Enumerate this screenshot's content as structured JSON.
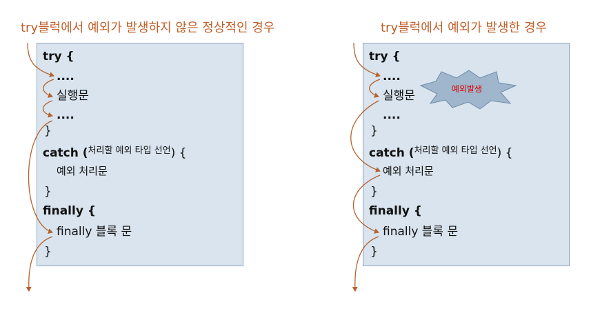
{
  "left": {
    "caption": "try블럭에서 예외가 발생하지 않은 정상적인 경우",
    "code": {
      "try": "try {",
      "dots1": "....",
      "stmt": "실행문",
      "dots2": "....",
      "close1": "}",
      "catch_kw": "catch (",
      "catch_decl": "처리할 예외 타입 선언",
      "catch_tail": ") {",
      "catch_body": "예외 처리문",
      "close2": "}",
      "finally": "finally {",
      "finally_body": "finally 블록 문",
      "close3": "}"
    }
  },
  "right": {
    "caption": "try블럭에서 예외가 발생한 경우",
    "burst_label": "예외발생",
    "code": {
      "try": "try {",
      "dots1": "....",
      "stmt": "실행문",
      "dots2": "....",
      "close1": "}",
      "catch_kw": "catch (",
      "catch_decl": "처리할 예외 타입 선언",
      "catch_tail": ") {",
      "catch_body": "예외 처리문",
      "close2": "}",
      "finally": "finally {",
      "finally_body": "finally 블록 문",
      "close3": "}"
    }
  },
  "colors": {
    "caption": "#c0602a",
    "panel": "#d9e4ee",
    "arrow": "#b5622e",
    "burst": "#9fb6cc",
    "burst_text": "#e00000"
  }
}
